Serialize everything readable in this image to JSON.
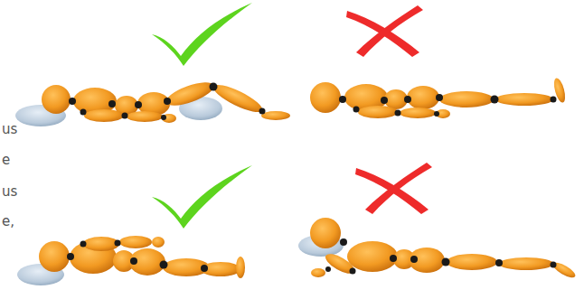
{
  "diagram": {
    "labels": [
      "us",
      "e",
      "us",
      "e,"
    ]
  }
}
